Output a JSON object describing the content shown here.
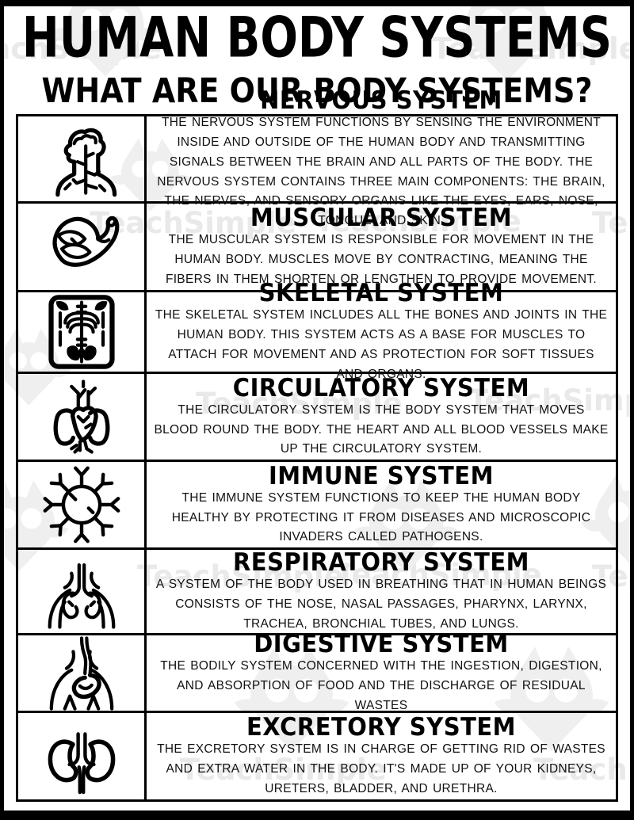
{
  "page": {
    "title": "HUMAN BODY SYSTEMS",
    "subtitle": "WHAT ARE OUR BODY SYSTEMS?",
    "watermark_text": "TeachSimple",
    "colors": {
      "ink": "#000000",
      "paper": "#ffffff",
      "watermark_gray": "#e9e9e9"
    }
  },
  "systems": [
    {
      "name": "NERVOUS SYSTEM",
      "icon": "nervous-system-icon",
      "description": "THE NERVOUS SYSTEM FUNCTIONS BY SENSING THE ENVIRONMENT INSIDE AND OUTSIDE OF THE HUMAN BODY AND TRANSMITTING SIGNALS BETWEEN THE BRAIN AND ALL PARTS OF THE BODY. THE NERVOUS SYSTEM CONTAINS THREE MAIN COMPONENTS: THE BRAIN, THE NERVES, AND SENSORY ORGANS LIKE THE EYES, EARS, NOSE, TONGUE, AND SKIN."
    },
    {
      "name": "MUSCULAR SYSTEM",
      "icon": "muscular-system-icon",
      "description": "THE MUSCULAR SYSTEM IS RESPONSIBLE FOR MOVEMENT IN THE HUMAN BODY. MUSCLES MOVE BY CONTRACTING, MEANING THE FIBERS IN THEM SHORTEN OR LENGTHEN TO PROVIDE MOVEMENT."
    },
    {
      "name": "SKELETAL SYSTEM",
      "icon": "skeletal-system-icon",
      "description": "THE SKELETAL SYSTEM INCLUDES ALL THE BONES AND JOINTS IN THE HUMAN BODY. THIS SYSTEM ACTS AS A BASE FOR MUSCLES TO ATTACH FOR MOVEMENT AND AS PROTECTION FOR SOFT TISSUES AND ORGANS."
    },
    {
      "name": "CIRCULATORY SYSTEM",
      "icon": "circulatory-system-icon",
      "description": "THE CIRCULATORY SYSTEM IS THE BODY SYSTEM THAT MOVES BLOOD ROUND THE BODY. THE HEART AND ALL BLOOD VESSELS MAKE UP THE CIRCULATORY SYSTEM."
    },
    {
      "name": "IMMUNE SYSTEM",
      "icon": "immune-system-icon",
      "description": "THE IMMUNE SYSTEM FUNCTIONS TO KEEP THE HUMAN BODY HEALTHY BY PROTECTING IT FROM DISEASES AND MICROSCOPIC INVADERS CALLED PATHOGENS."
    },
    {
      "name": "RESPIRATORY SYSTEM",
      "icon": "respiratory-system-icon",
      "description": "A SYSTEM OF THE BODY USED IN BREATHING THAT IN HUMAN BEINGS CONSISTS OF THE NOSE, NASAL PASSAGES, PHARYNX, LARYNX, TRACHEA, BRONCHIAL TUBES, AND LUNGS."
    },
    {
      "name": "DIGESTIVE SYSTEM",
      "icon": "digestive-system-icon",
      "description": "THE BODILY SYSTEM CONCERNED WITH THE INGESTION, DIGESTION, AND ABSORPTION OF FOOD AND THE DISCHARGE OF RESIDUAL WASTES"
    },
    {
      "name": "EXCRETORY SYSTEM",
      "icon": "excretory-system-icon",
      "description": "THE EXCRETORY SYSTEM IS IN CHARGE OF GETTING RID OF WASTES AND EXTRA WATER IN THE BODY. IT'S MADE UP OF YOUR KIDNEYS, URETERS, BLADDER, AND URETHRA."
    }
  ]
}
